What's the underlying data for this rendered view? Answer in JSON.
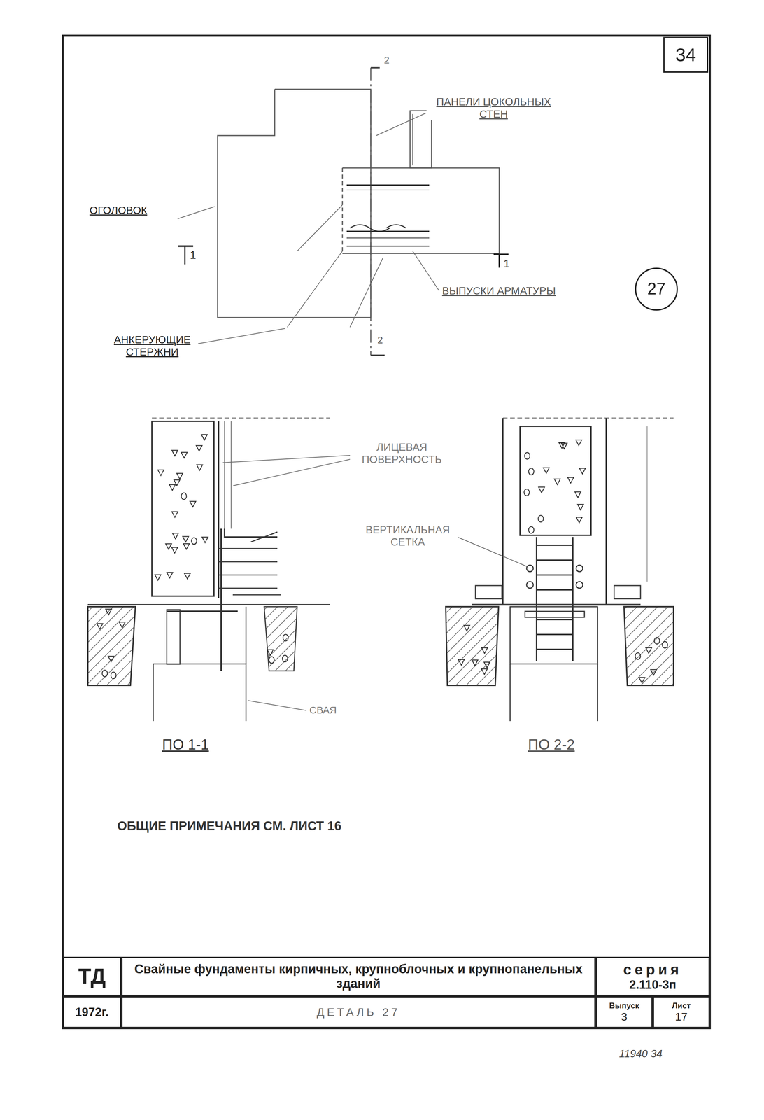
{
  "diagram": {
    "nodes": [
      {
        "text": [
          "34"
        ]
      },
      {
        "text": [
          "27"
        ]
      },
      {
        "text": [
          "ТД"
        ]
      },
      {
        "text": [
          "Свайные фундаменты кирпичных, крупноблочных и крупнопанельных зданий"
        ]
      },
      {
        "text": [
          "серия",
          "2.110-3п"
        ]
      },
      {
        "text": [
          "1972г."
        ]
      },
      {
        "text": [
          "ДЕТАЛЬ 27"
        ]
      },
      {
        "text": [
          "Выпуск",
          "3"
        ]
      },
      {
        "text": [
          "Лист",
          "17"
        ]
      }
    ],
    "labels": [
      "ПАНЕЛИ ЦОКОЛЬНЫХ СТЕН",
      "ОГОЛОВОК",
      "1",
      "1",
      "ВЫПУСКИ АРМАТУРЫ",
      "АНКЕРУЮЩИЕ СТЕРЖНИ",
      "2",
      "2",
      "ЛИЦЕВАЯ ПОВЕРХНОСТЬ",
      "ВЕРТИКАЛЬНАЯ СЕТКА",
      "СВАЯ",
      "ПО 1-1",
      "ПО 2-2",
      "ОБЩИЕ ПРИМЕЧАНИЯ СМ. ЛИСТ 16",
      "11940 34"
    ]
  }
}
